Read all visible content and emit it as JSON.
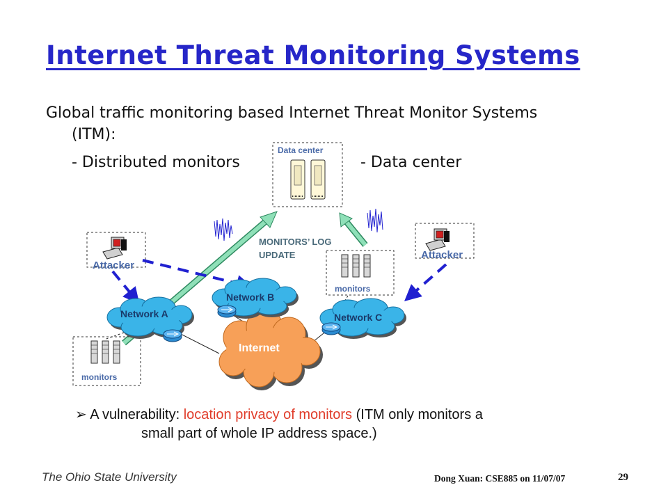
{
  "slide": {
    "title": "Internet Threat Monitoring Systems",
    "intro_line1": "Global traffic monitoring based Internet Threat Monitor Systems",
    "intro_line2": "(ITM):",
    "bullet_left": "- Distributed monitors",
    "bullet_right": "- Data center"
  },
  "diagram": {
    "data_center_label": "Data center",
    "monitors_log_line1": "MONITORS’ LOG",
    "monitors_log_line2": "UPDATE",
    "attacker_left": "Attacker",
    "attacker_right": "Attacker",
    "network_a": "Network A",
    "network_b": "Network B",
    "network_c": "Network C",
    "internet": "Internet",
    "monitors_left": "monitors",
    "monitors_right": "monitors",
    "colors": {
      "cloud_blue": "#3ab4e8",
      "cloud_orange": "#f7a058",
      "arrow_green": "#7fd4a8",
      "dashed_blue": "#2020d0",
      "label_blue": "#4a6aa8"
    }
  },
  "note": {
    "prefix": "A vulnerability: ",
    "highlight": "location privacy of monitors",
    "suffix": " (ITM only monitors a",
    "line2": "small part of whole IP address space.)"
  },
  "footer": {
    "left": "The Ohio State University",
    "right": "Dong Xuan: CSE885 on 11/07/07",
    "page": "29"
  }
}
